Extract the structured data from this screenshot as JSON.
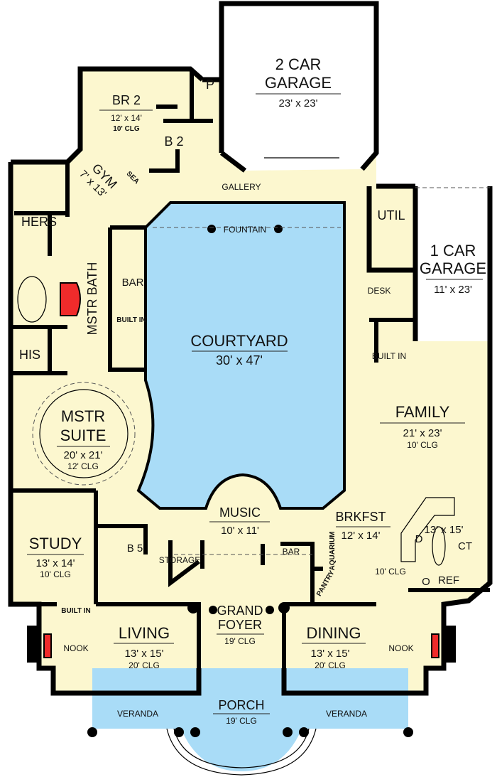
{
  "colors": {
    "floor": "#fcf7cf",
    "water": "#a9dcf7",
    "fireplace": "#f02b2b",
    "wall": "#000000",
    "garage": "#ffffff"
  },
  "rooms": {
    "garage2": {
      "line1": "2 CAR",
      "line2": "GARAGE",
      "dims": "23' x 23'"
    },
    "br2": {
      "name": "BR 2",
      "dims": "12' x 14'",
      "clg": "10' CLG"
    },
    "pantry_p": {
      "name": "P"
    },
    "b2": {
      "name": "B 2"
    },
    "gym": {
      "name": "GYM",
      "dims": "7' x 13'"
    },
    "seat": {
      "name": "SEA"
    },
    "gallery": {
      "name": "GALLERY"
    },
    "fountain": {
      "name": "FOUNTAIN"
    },
    "util": {
      "name": "UTIL"
    },
    "garage1": {
      "line1": "1 CAR",
      "line2": "GARAGE",
      "dims": "11' x 23'"
    },
    "desk": {
      "name": "DESK"
    },
    "hers": {
      "name": "HERS"
    },
    "his": {
      "name": "HIS"
    },
    "mstr_bath": {
      "name": "MSTR BATH"
    },
    "bar_top": {
      "name": "BAR"
    },
    "built_in_bath": {
      "name": "BUILT IN"
    },
    "courtyard": {
      "name": "COURTYARD",
      "dims": "30' x 47'"
    },
    "built_in_family": {
      "name": "BUILT IN"
    },
    "family": {
      "name": "FAMILY",
      "dims": "21' x 23'",
      "clg": "10' CLG"
    },
    "mstr_suite": {
      "line1": "MSTR",
      "line2": "SUITE",
      "dims": "20' x 21'",
      "clg": "12' CLG"
    },
    "music": {
      "name": "MUSIC",
      "dims": "10' x 11'"
    },
    "brkfst": {
      "name": "BRKFST",
      "dims": "12' x 14'"
    },
    "kitchen": {
      "dims": "13' x 15'",
      "d": "D",
      "ct": "CT",
      "o": "O",
      "ref": "REF",
      "clg": "10' CLG"
    },
    "study": {
      "name": "STUDY",
      "dims": "13' x 14'",
      "clg": "10' CLG"
    },
    "b5": {
      "name": "B 5"
    },
    "storage": {
      "name": "STORAGE"
    },
    "bar_foyer": {
      "name": "BAR"
    },
    "aquarium": {
      "name": "AQUARIUM"
    },
    "pantry": {
      "name": "PANTRY"
    },
    "built_in_living": {
      "name": "BUILT IN"
    },
    "grand_foyer": {
      "line1": "GRAND",
      "line2": "FOYER",
      "clg": "19' CLG"
    },
    "living": {
      "name": "LIVING",
      "dims": "13' x 15'",
      "clg": "20' CLG"
    },
    "dining": {
      "name": "DINING",
      "dims": "13' x 15'",
      "clg": "20' CLG"
    },
    "nook_left": {
      "name": "NOOK"
    },
    "nook_right": {
      "name": "NOOK"
    },
    "porch": {
      "name": "PORCH",
      "clg": "19' CLG"
    },
    "veranda_left": {
      "name": "VERANDA"
    },
    "veranda_right": {
      "name": "VERANDA"
    }
  }
}
